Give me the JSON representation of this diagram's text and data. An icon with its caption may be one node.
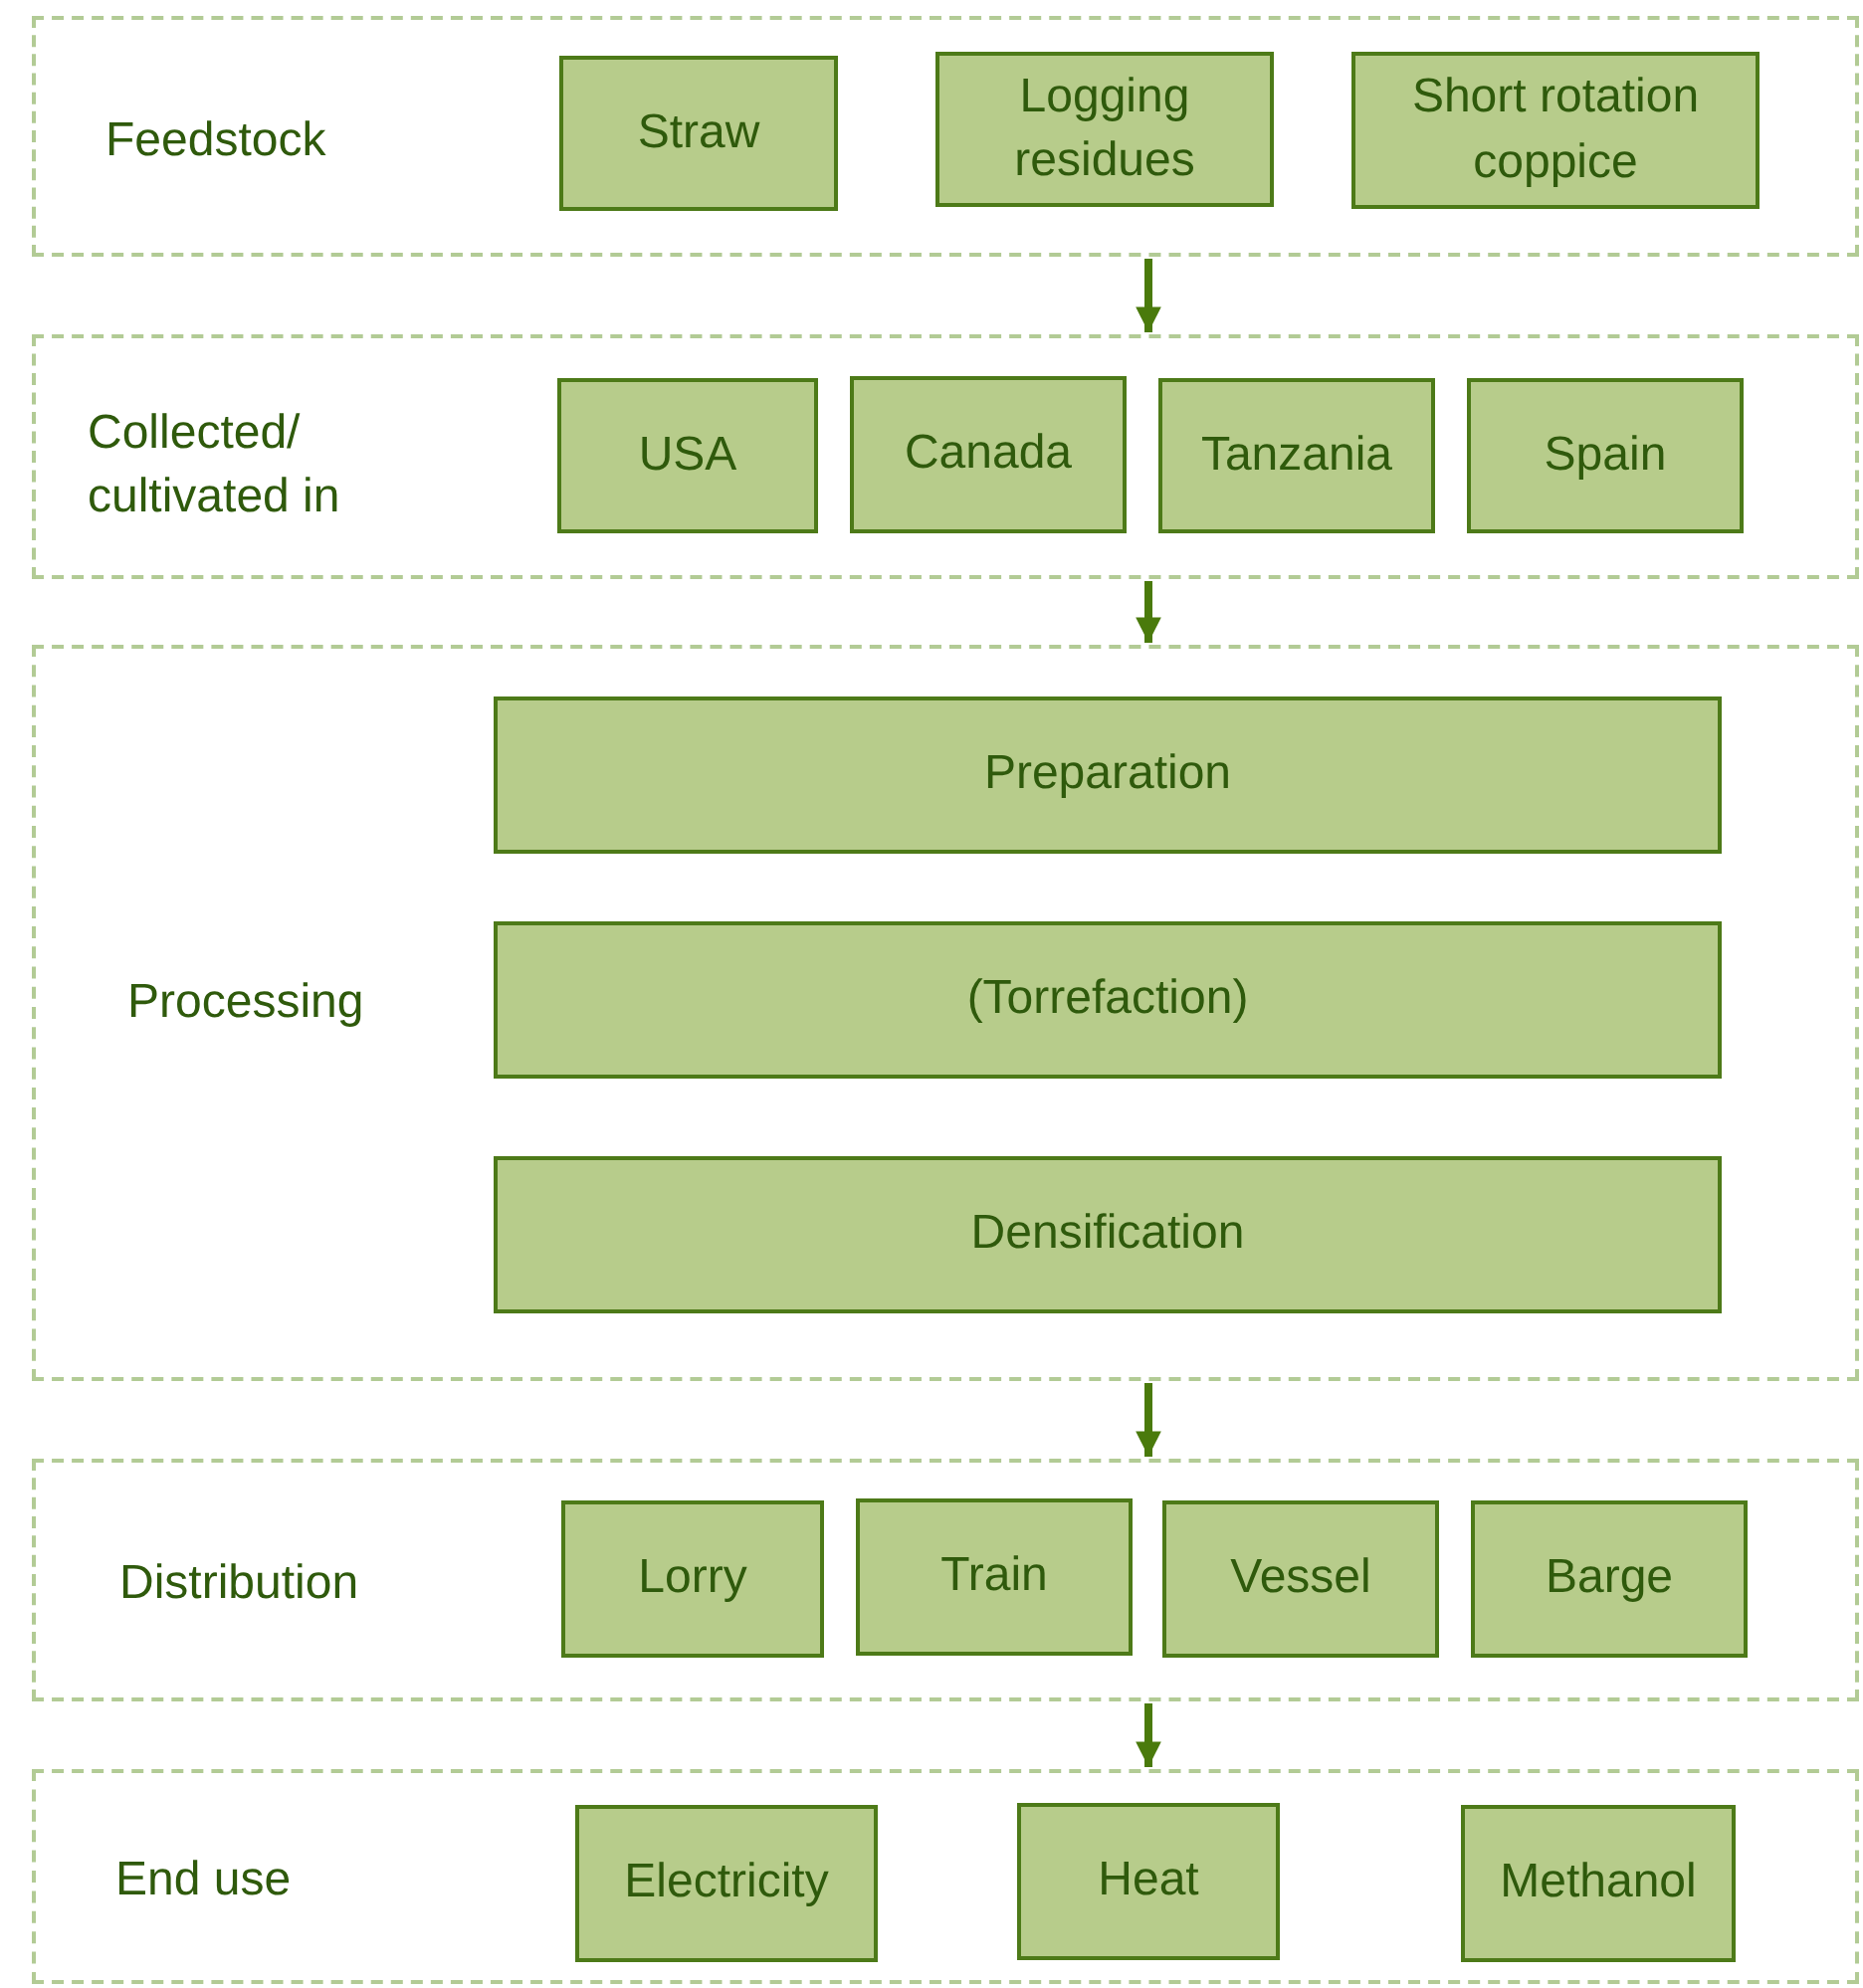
{
  "diagram": {
    "nodes": [
      {
        "text": [
          "Feedstock"
        ]
      },
      {
        "text": [
          "Straw"
        ],
        "in": 0
      },
      {
        "text": [
          "Logging residues"
        ],
        "in": 0
      },
      {
        "text": [
          "Short rotation coppice"
        ],
        "in": 0
      },
      {
        "text": [
          "Collected/ cultivated in"
        ]
      },
      {
        "text": [
          "USA"
        ],
        "in": 4
      },
      {
        "text": [
          "Canada"
        ],
        "in": 4
      },
      {
        "text": [
          "Tanzania"
        ],
        "in": 4
      },
      {
        "text": [
          "Spain"
        ],
        "in": 4
      },
      {
        "text": [
          "Processing"
        ]
      },
      {
        "text": [
          "Preparation"
        ],
        "in": 9
      },
      {
        "text": [
          "(Torrefaction)"
        ],
        "in": 9
      },
      {
        "text": [
          "Densification"
        ],
        "in": 9
      },
      {
        "text": [
          "Distribution"
        ]
      },
      {
        "text": [
          "Lorry"
        ],
        "in": 13
      },
      {
        "text": [
          "Train"
        ],
        "in": 13
      },
      {
        "text": [
          "Vessel"
        ],
        "in": 13
      },
      {
        "text": [
          "Barge"
        ],
        "in": 13
      },
      {
        "text": [
          "End use"
        ]
      },
      {
        "text": [
          "Electricity"
        ],
        "in": 18
      },
      {
        "text": [
          "Heat"
        ],
        "in": 18
      },
      {
        "text": [
          "Methanol"
        ],
        "in": 18
      }
    ],
    "edges": [
      {
        "from": 0,
        "to": 4,
        "arrow": "to"
      },
      {
        "from": 4,
        "to": 9,
        "arrow": "to"
      },
      {
        "from": 9,
        "to": 13,
        "arrow": "to"
      },
      {
        "from": 13,
        "to": 18,
        "arrow": "to"
      }
    ]
  }
}
